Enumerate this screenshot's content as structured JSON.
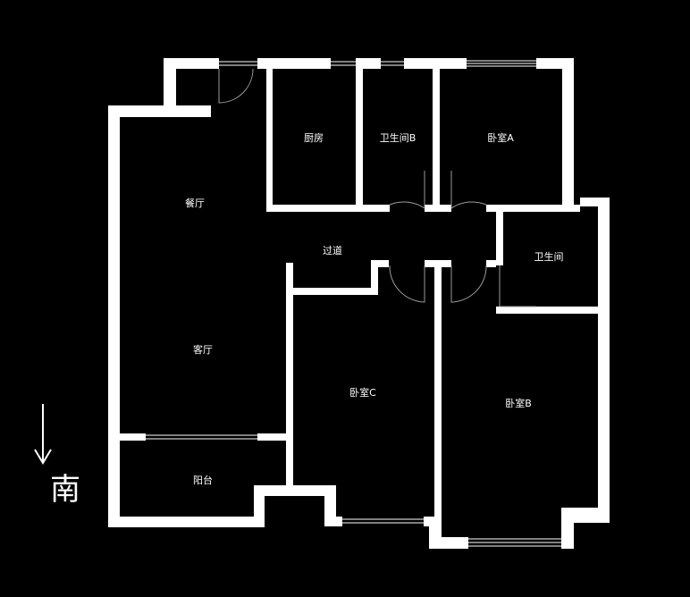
{
  "rooms": {
    "kitchen": "厨房",
    "bathroom_b": "卫生间B",
    "bedroom_a": "卧室A",
    "dining": "餐厅",
    "corridor": "过道",
    "bathroom": "卫生间",
    "living": "客厅",
    "bedroom_c": "卧室C",
    "bedroom_b": "卧室B",
    "balcony": "阳台"
  },
  "compass": {
    "direction_label": "南",
    "arrow_icon": "arrow-down-icon"
  },
  "colors": {
    "background": "#000000",
    "walls": "#ffffff",
    "doors": "#9a9a9a"
  }
}
